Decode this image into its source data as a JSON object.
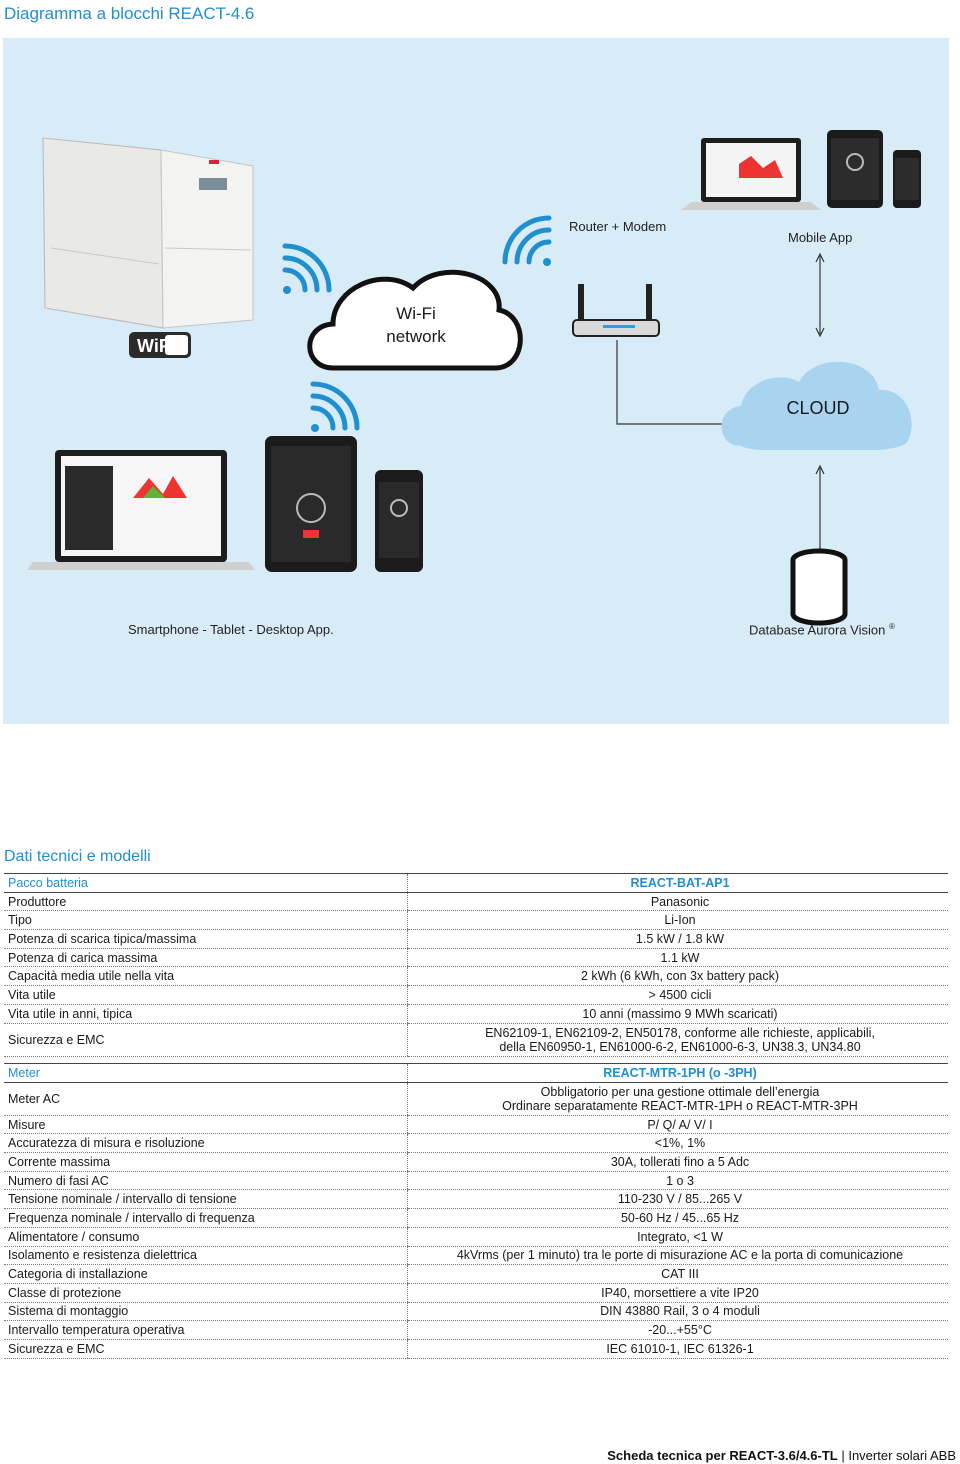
{
  "page_title": "Diagramma a blocchi REACT-4.6",
  "diagram": {
    "router_label": "Router + Modem",
    "mobile_app_label": "Mobile App",
    "wifi_network_label_1": "Wi-Fi",
    "wifi_network_label_2": "network",
    "cloud_label": "CLOUD",
    "wifi_logo_text": "WiFi",
    "devices_label": "Smartphone - Tablet - Desktop App.",
    "database_label": "Database Aurora Vision",
    "registered_mark": "®",
    "colors": {
      "background": "#d8ecf8",
      "cloud": "#a9d4f0",
      "wifi_signal": "#1f8fcf"
    }
  },
  "section_title": "Dati tecnici e modelli",
  "battery_table": {
    "header": {
      "label": "Pacco batteria",
      "value": "REACT-BAT-AP1"
    },
    "rows": [
      {
        "label": "Produttore",
        "value": "Panasonic"
      },
      {
        "label": "Tipo",
        "value": "Li-Ion"
      },
      {
        "label": "Potenza di scarica tipica/massima",
        "value": "1.5 kW / 1.8 kW"
      },
      {
        "label": "Potenza di carica massima",
        "value": "1.1 kW"
      },
      {
        "label": "Capacità media utile nella vita",
        "value": "2 kWh (6 kWh, con 3x battery pack)"
      },
      {
        "label": "Vita utile",
        "value": "> 4500 cicli"
      },
      {
        "label": "Vita utile in anni, tipica",
        "value": "10 anni (massimo 9 MWh scaricati)"
      }
    ],
    "emc": {
      "label": "Sicurezza e EMC",
      "value_1": "EN62109-1, EN62109-2, EN50178, conforme alle richieste, applicabili,",
      "value_2": "della EN60950-1, EN61000-6-2, EN61000-6-3, UN38.3, UN34.80"
    }
  },
  "meter_table": {
    "header": {
      "label": "Meter",
      "value": "REACT-MTR-1PH (o -3PH)"
    },
    "meter_ac": {
      "label": "Meter AC",
      "value_1": "Obbligatorio per una gestione ottimale dell’energia",
      "value_2": "Ordinare separatamente REACT-MTR-1PH o REACT-MTR-3PH"
    },
    "rows": [
      {
        "label": "Misure",
        "value": "P/ Q/ A/ V/ I"
      },
      {
        "label": "Accuratezza di misura e risoluzione",
        "value": "<1%, 1%"
      },
      {
        "label": "Corrente massima",
        "value": "30A, tollerati fino a 5 Adc"
      },
      {
        "label": "Numero di fasi AC",
        "value": "1 o 3"
      },
      {
        "label": "Tensione nominale / intervallo di tensione",
        "value": "110-230 V / 85...265 V"
      },
      {
        "label": "Frequenza nominale / intervallo di frequenza",
        "value": "50-60 Hz / 45...65 Hz"
      },
      {
        "label": "Alimentatore / consumo",
        "value": "Integrato, <1 W"
      },
      {
        "label": "Isolamento e resistenza dielettrica",
        "value": "4kVrms (per 1 minuto) tra le porte di misurazione AC e la porta di comunicazione"
      },
      {
        "label": "Categoria di installazione",
        "value": "CAT III"
      },
      {
        "label": "Classe di protezione",
        "value": "IP40, morsettiere a vite IP20"
      },
      {
        "label": "Sistema di montaggio",
        "value": "DIN 43880 Rail, 3 o 4 moduli"
      },
      {
        "label": "Intervallo temperatura operativa",
        "value": "-20...+55°C"
      },
      {
        "label": "Sicurezza e EMC",
        "value": "IEC 61010-1, IEC 61326-1"
      }
    ]
  },
  "footer": {
    "bold": "Scheda tecnica per REACT-3.6/4.6-TL",
    "separator": " | ",
    "normal": "Inverter solari ABB"
  }
}
